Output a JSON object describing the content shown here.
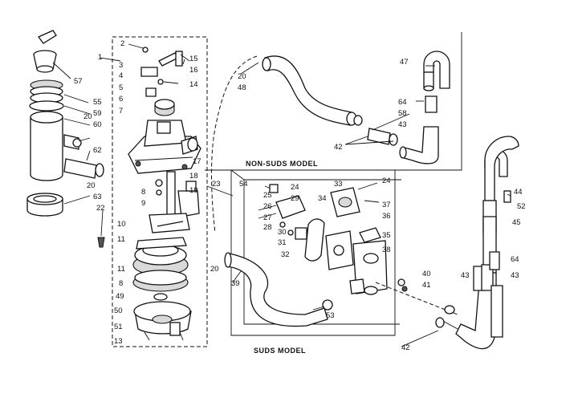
{
  "titles": {
    "non_suds": "NON-SUDS MODEL",
    "suds": "SUDS MODEL"
  },
  "labels": {
    "l1": "1",
    "l2": "2",
    "l3": "3",
    "l4": "4",
    "l5": "5",
    "l6": "6",
    "l7": "7",
    "l8a": "8",
    "l8b": "8",
    "l9": "9",
    "l10": "10",
    "l11a": "11",
    "l11b": "11",
    "l13": "13",
    "l14": "14",
    "l15": "15",
    "l16": "16",
    "l17": "17",
    "l18": "18",
    "l19": "19",
    "l20a": "20",
    "l20b": "20",
    "l20c": "20",
    "l20d": "20",
    "l22": "22",
    "l23": "23",
    "l24a": "24",
    "l24b": "24",
    "l25": "25",
    "l26": "26",
    "l27": "27",
    "l28": "28",
    "l29": "29",
    "l30": "30",
    "l31": "31",
    "l32": "32",
    "l33": "33",
    "l34": "34",
    "l35": "35",
    "l36": "36",
    "l37": "37",
    "l38": "38",
    "l39": "39",
    "l40": "40",
    "l41": "41",
    "l42a": "42",
    "l42b": "42",
    "l43a": "43",
    "l43b": "43",
    "l43c": "43",
    "l44": "44",
    "l45": "45",
    "l47": "47",
    "l48": "48",
    "l49": "49",
    "l50": "50",
    "l51": "51",
    "l52": "52",
    "l53": "53",
    "l54": "54",
    "l55": "55",
    "l57": "57",
    "l58": "58",
    "l59": "59",
    "l60": "60",
    "l62": "62",
    "l63": "63",
    "l64a": "64",
    "l64b": "64"
  }
}
